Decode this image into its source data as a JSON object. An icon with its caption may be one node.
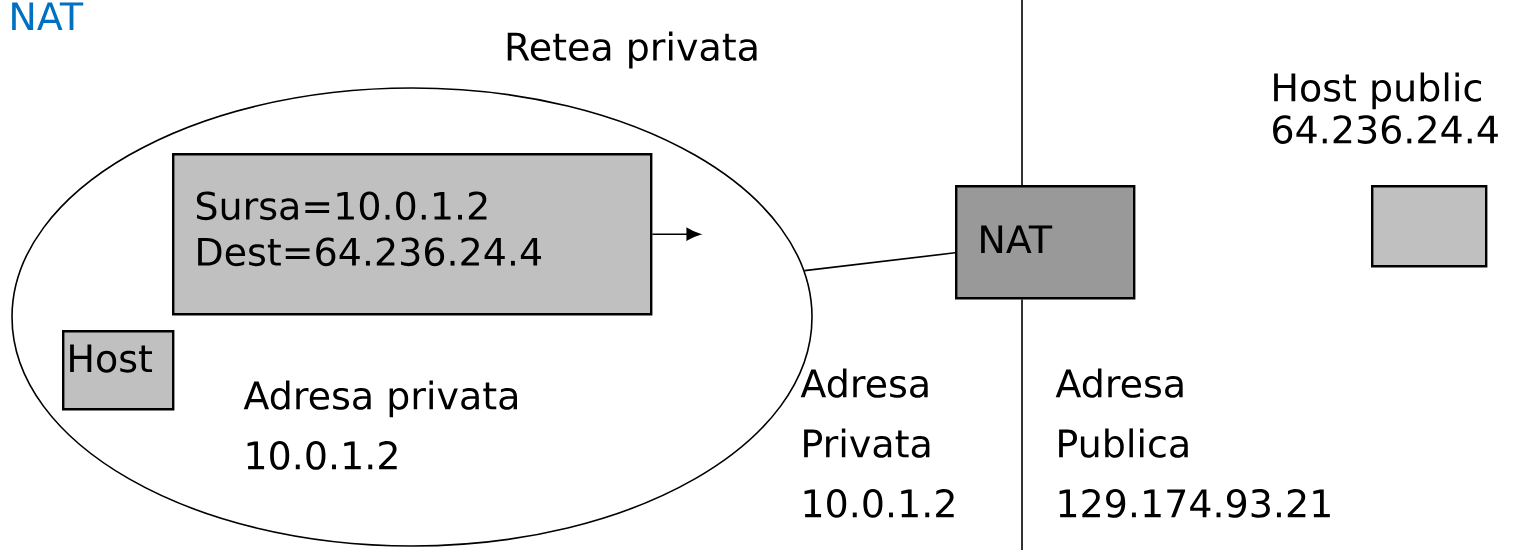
{
  "diagram": {
    "title": "NAT",
    "nodes": [
      {
        "text": [
          "Retea privata"
        ]
      },
      {
        "text": [
          "Sursa=10.0.1.2 Dest=64.236.24.4"
        ],
        "in": 0
      },
      {
        "text": [
          "Host"
        ],
        "in": 0
      },
      {
        "text": [
          "NAT"
        ]
      },
      {
        "text": [],
        "shape": "box",
        "beside": [
          "Host public",
          "64.236.24.4"
        ]
      }
    ],
    "edges": [
      {
        "from": 1,
        "to": null,
        "arrow": "to"
      },
      {
        "from": 0,
        "to": 3,
        "arrow": "none"
      },
      {
        "from": 3,
        "to": null,
        "arrow": "none"
      },
      {
        "from": 3,
        "to": null,
        "arrow": "none"
      }
    ],
    "labels": [
      "Adresa privata 10.0.1.2",
      "Adresa Privata 10.0.1.2",
      "Adresa Publica 129.174.93.21"
    ]
  }
}
